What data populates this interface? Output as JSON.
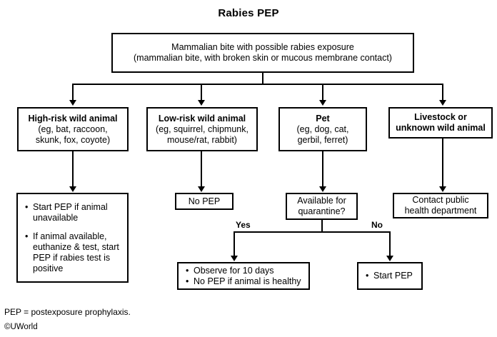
{
  "title": "Rabies PEP",
  "nodes": {
    "root": {
      "line1": "Mammalian bite with possible rabies exposure",
      "line2": "(mammalian bite, with broken skin or mucous membrane contact)"
    },
    "high_risk": {
      "line1": "High-risk wild animal",
      "line2": "(eg, bat, raccoon,",
      "line3": "skunk, fox, coyote)"
    },
    "low_risk": {
      "line1": "Low-risk wild animal",
      "line2": "(eg, squirrel, chipmunk,",
      "line3": "mouse/rat, rabbit)"
    },
    "pet": {
      "line1": "Pet",
      "line2": "(eg, dog, cat,",
      "line3": "gerbil, ferret)"
    },
    "livestock": {
      "line1": "Livestock or",
      "line2": "unknown wild animal"
    },
    "high_risk_action": {
      "bullet1_line1": "Start PEP if animal",
      "bullet1_line2": "unavailable",
      "bullet2_line1": "If animal available,",
      "bullet2_line2": "euthanize & test, start",
      "bullet2_line3": "PEP if rabies test is",
      "bullet2_line4": "positive"
    },
    "no_pep": {
      "line1": "No PEP"
    },
    "quarantine": {
      "line1": "Available for",
      "line2": "quarantine?"
    },
    "contact_health": {
      "line1": "Contact  public",
      "line2": "health department"
    },
    "observe": {
      "bullet1": "Observe for 10 days",
      "bullet2": "No PEP if animal is healthy"
    },
    "start_pep": {
      "bullet1": "Start PEP"
    }
  },
  "edge_labels": {
    "yes": "Yes",
    "no": "No"
  },
  "footer": {
    "footnote": "PEP = postexposure prophylaxis.",
    "copyright": "©UWorld"
  },
  "colors": {
    "stroke": "#000000",
    "background": "#ffffff",
    "text": "#000000"
  }
}
